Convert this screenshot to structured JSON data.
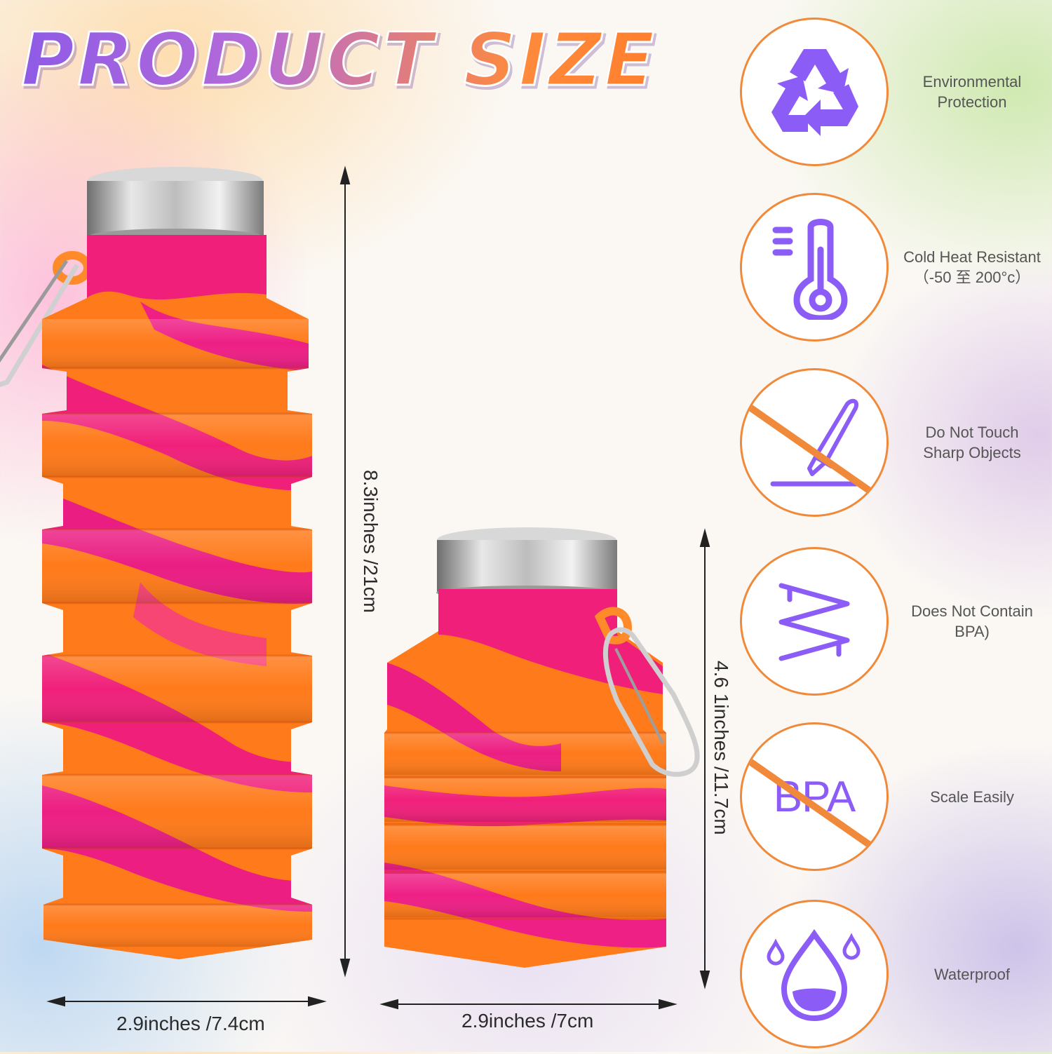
{
  "headline": "PRODUCT SIZE",
  "dimensions": {
    "expanded_height": "8.3inches /21cm",
    "expanded_width": "2.9inches /7.4cm",
    "collapsed_height": "4.6 1inches /11.7cm",
    "collapsed_width": "2.9inches /7cm"
  },
  "features": [
    {
      "icon": "recycle-icon",
      "lines": [
        "Environmental",
        "Protection"
      ]
    },
    {
      "icon": "thermometer-icon",
      "lines": [
        "Cold Heat Resistant",
        "（-50 至 200°c）"
      ]
    },
    {
      "icon": "knife-prohibited-icon",
      "lines": [
        "Do Not Touch",
        "Sharp Objects"
      ]
    },
    {
      "icon": "zigzag-icon",
      "lines": [
        "Does Not Contain",
        "BPA)"
      ]
    },
    {
      "icon": "no-bpa-icon",
      "icon_text": "BPA",
      "lines": [
        "Scale Easily"
      ]
    },
    {
      "icon": "water-drop-icon",
      "lines": [
        "Waterproof"
      ]
    }
  ],
  "colors": {
    "accent_purple": "#8b5cf6",
    "accent_orange": "#f08a3a",
    "bottle_orange": "#ff7a1a",
    "bottle_pink": "#f0207a"
  }
}
